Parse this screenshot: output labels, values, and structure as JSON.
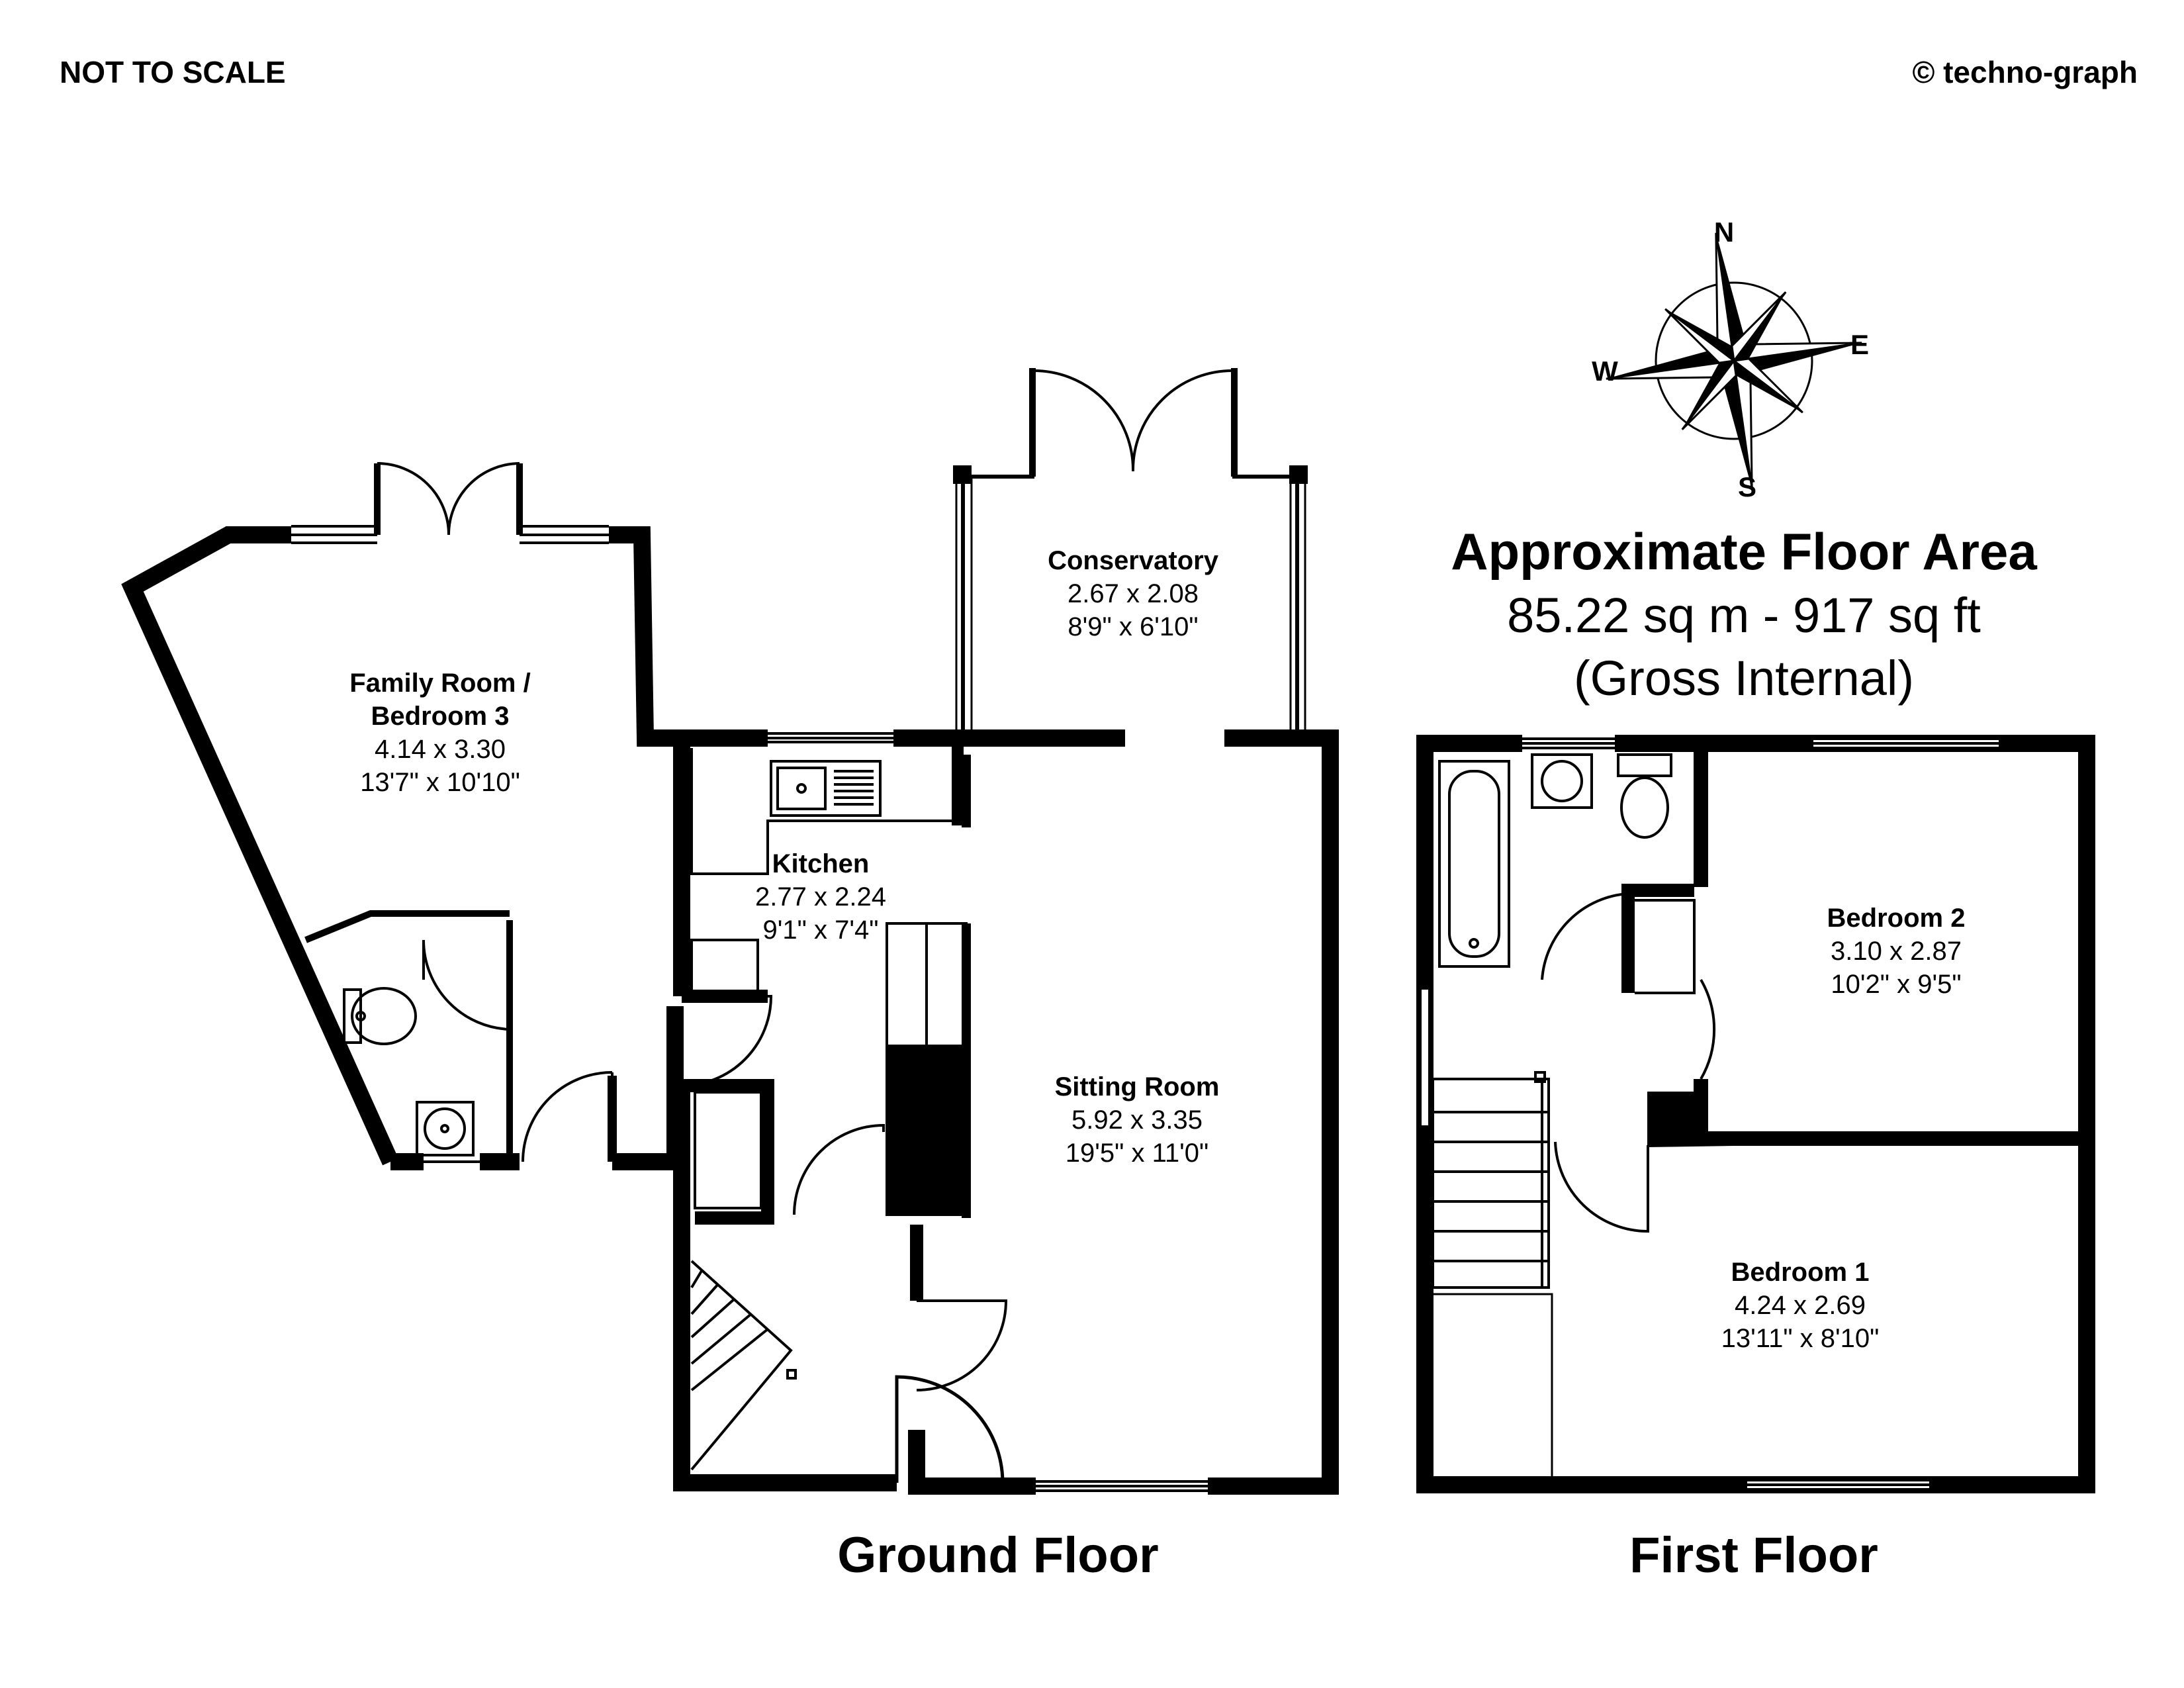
{
  "header": {
    "scale_note": "NOT TO SCALE",
    "copyright": "© techno-graph"
  },
  "compass": {
    "n": "N",
    "e": "E",
    "s": "S",
    "w": "W"
  },
  "area": {
    "title": "Approximate Floor Area",
    "value": "85.22 sq m - 917 sq ft",
    "note": "(Gross Internal)"
  },
  "ground_floor": {
    "label": "Ground Floor",
    "rooms": [
      {
        "name": "Conservatory",
        "metric": "2.67 x 2.08",
        "imperial": "8'9\" x 6'10\""
      },
      {
        "name": "Family Room /",
        "name2": "Bedroom 3",
        "metric": "4.14 x 3.30",
        "imperial": "13'7\" x 10'10\""
      },
      {
        "name": "Kitchen",
        "metric": "2.77 x 2.24",
        "imperial": "9'1\" x 7'4\""
      },
      {
        "name": "Sitting Room",
        "metric": "5.92 x 3.35",
        "imperial": "19'5\" x 11'0\""
      }
    ]
  },
  "first_floor": {
    "label": "First Floor",
    "rooms": [
      {
        "name": "Bedroom 2",
        "metric": "3.10 x 2.87",
        "imperial": "10'2\" x 9'5\""
      },
      {
        "name": "Bedroom 1",
        "metric": "4.24 x 2.69",
        "imperial": "13'11\" x 8'10\""
      }
    ]
  }
}
